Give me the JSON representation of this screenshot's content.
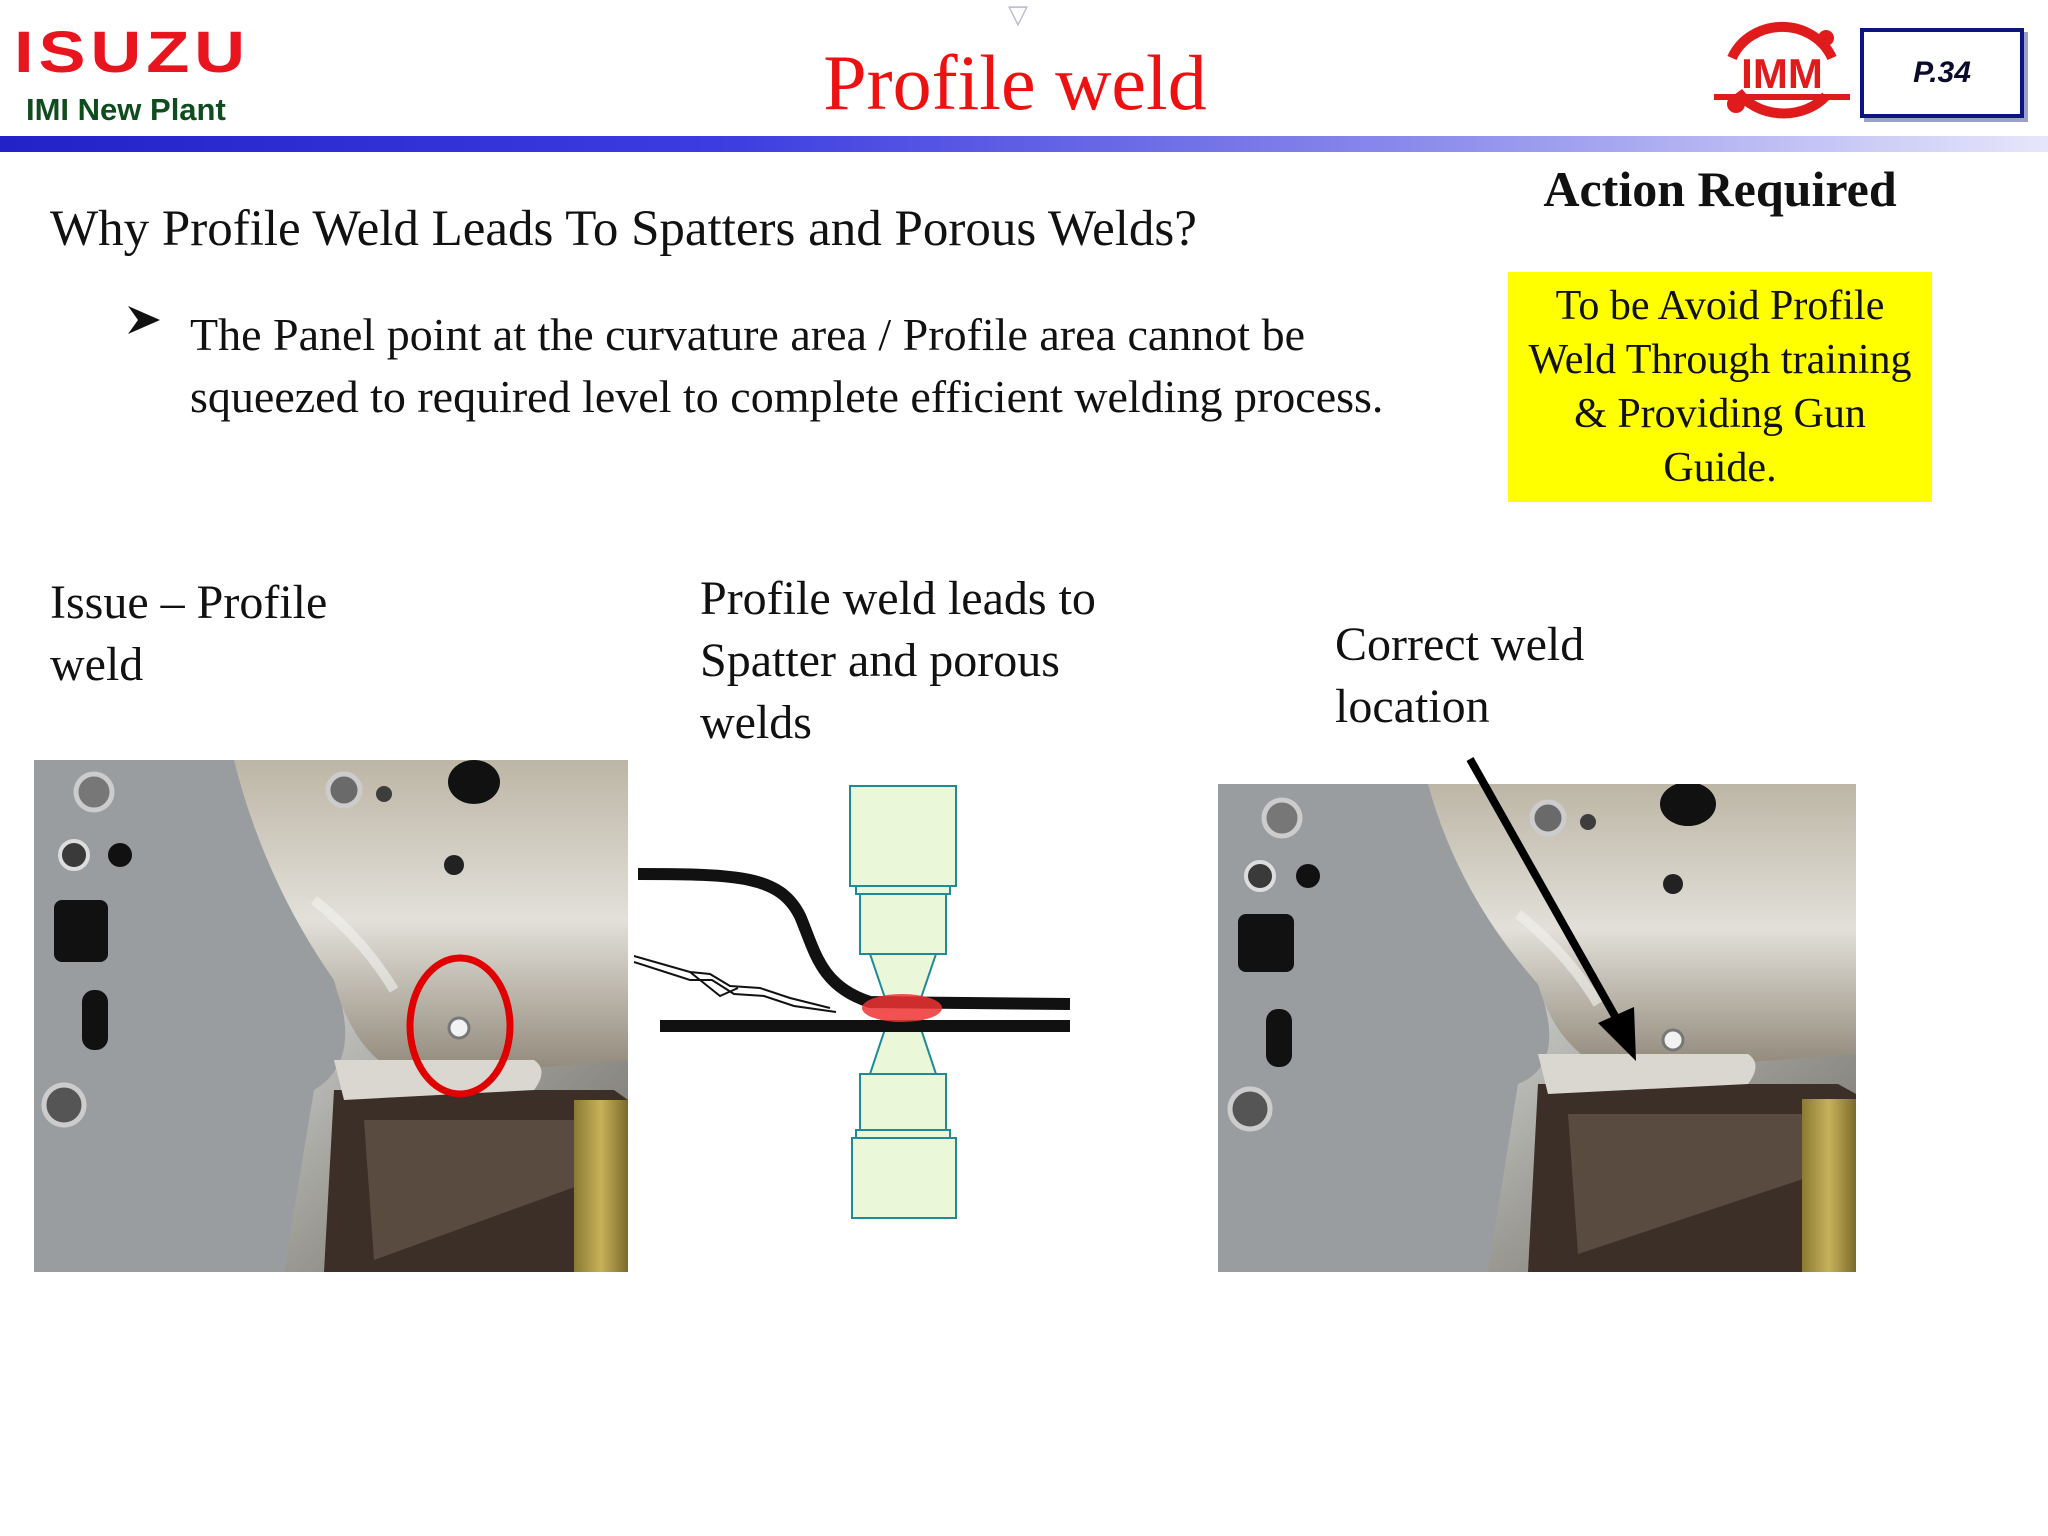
{
  "header": {
    "brand": "ISUZU",
    "plant": "IMI New Plant",
    "title": "Profile weld",
    "imm_logo": "IMM",
    "page_label": "P.34"
  },
  "main": {
    "question": "Why Profile Weld Leads To Spatters and Porous Welds?",
    "bullet": "The Panel point at the curvature area / Profile area cannot be squeezed to required level to complete efficient welding process."
  },
  "action": {
    "heading": "Action Required",
    "text": "To be Avoid Profile Weld Through training & Providing Gun Guide."
  },
  "figures": {
    "issue_caption": "Issue – Profile weld",
    "diagram_caption": "Profile weld leads to Spatter and porous welds",
    "correct_caption": "Correct weld location"
  },
  "colors": {
    "title": "#ee1111",
    "plant": "#0f4d1f",
    "highlight_box": "#ffff00",
    "electrode_fill": "#eaf7d8",
    "electrode_stroke": "#1f8a98",
    "weld_nugget": "#ee3333",
    "issue_marker": "#e00000"
  },
  "icons": [
    "isuzu-logo",
    "imm-logo",
    "bullet-arrow-icon",
    "nav-marker-icon",
    "pointer-arrow-icon",
    "issue-marker-circle"
  ]
}
